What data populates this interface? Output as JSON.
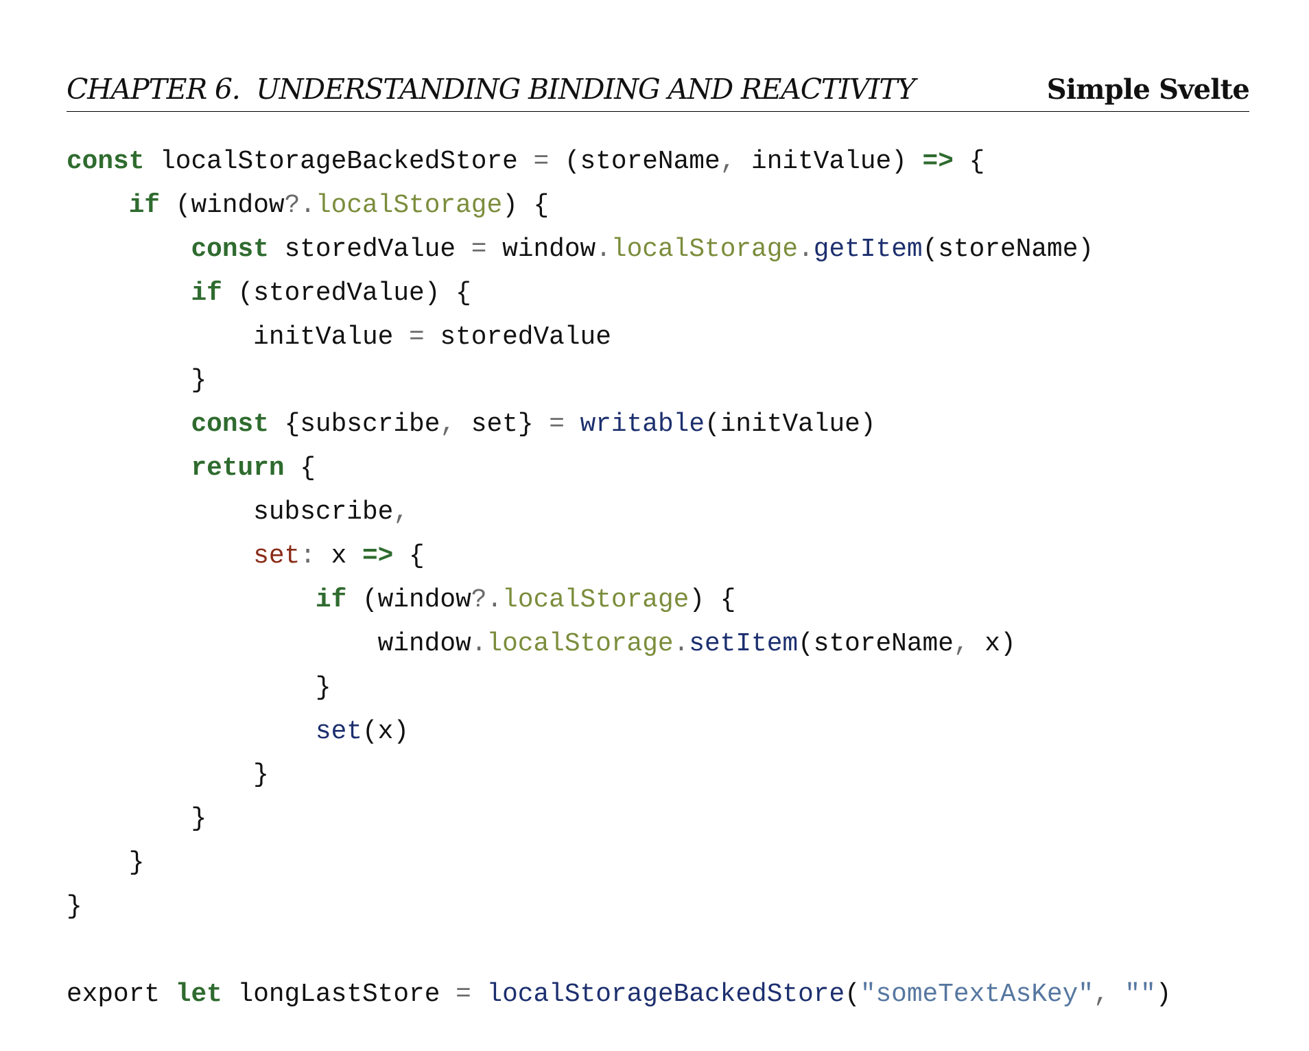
{
  "header": {
    "chapter": "CHAPTER 6.  UNDERSTANDING BINDING AND REACTIVITY",
    "book": "Simple Svelte"
  },
  "colors": {
    "keyword": "#2f6b2f",
    "property": "#7b8d3c",
    "function": "#1c2f6e",
    "object_key": "#8a2b18",
    "string": "#5677a0",
    "operator": "#6a6a6a"
  },
  "code_lines": [
    [
      [
        "kw",
        "const"
      ],
      [
        "id",
        " localStorageBackedStore "
      ],
      [
        "op",
        "="
      ],
      [
        "id",
        " (storeName"
      ],
      [
        "op",
        ","
      ],
      [
        "id",
        " initValue) "
      ],
      [
        "kw",
        "=>"
      ],
      [
        "id",
        " {"
      ]
    ],
    [
      [
        "id",
        "    "
      ],
      [
        "kw",
        "if"
      ],
      [
        "id",
        " (window"
      ],
      [
        "op",
        "?."
      ],
      [
        "prop",
        "localStorage"
      ],
      [
        "id",
        ") {"
      ]
    ],
    [
      [
        "id",
        "        "
      ],
      [
        "kw",
        "const"
      ],
      [
        "id",
        " storedValue "
      ],
      [
        "op",
        "="
      ],
      [
        "id",
        " window"
      ],
      [
        "op",
        "."
      ],
      [
        "prop",
        "localStorage"
      ],
      [
        "op",
        "."
      ],
      [
        "fn",
        "getItem"
      ],
      [
        "id",
        "(storeName)"
      ]
    ],
    [
      [
        "id",
        "        "
      ],
      [
        "kw",
        "if"
      ],
      [
        "id",
        " (storedValue) {"
      ]
    ],
    [
      [
        "id",
        "            initValue "
      ],
      [
        "op",
        "="
      ],
      [
        "id",
        " storedValue"
      ]
    ],
    [
      [
        "id",
        "        }"
      ]
    ],
    [
      [
        "id",
        "        "
      ],
      [
        "kw",
        "const"
      ],
      [
        "id",
        " {subscribe"
      ],
      [
        "op",
        ","
      ],
      [
        "id",
        " set} "
      ],
      [
        "op",
        "="
      ],
      [
        "id",
        " "
      ],
      [
        "fn",
        "writable"
      ],
      [
        "id",
        "(initValue)"
      ]
    ],
    [
      [
        "id",
        "        "
      ],
      [
        "kw",
        "return"
      ],
      [
        "id",
        " {"
      ]
    ],
    [
      [
        "id",
        "            subscribe"
      ],
      [
        "op",
        ","
      ]
    ],
    [
      [
        "id",
        "            "
      ],
      [
        "key",
        "set"
      ],
      [
        "op",
        ":"
      ],
      [
        "id",
        " x "
      ],
      [
        "kw",
        "=>"
      ],
      [
        "id",
        " {"
      ]
    ],
    [
      [
        "id",
        "                "
      ],
      [
        "kw",
        "if"
      ],
      [
        "id",
        " (window"
      ],
      [
        "op",
        "?."
      ],
      [
        "prop",
        "localStorage"
      ],
      [
        "id",
        ") {"
      ]
    ],
    [
      [
        "id",
        "                    window"
      ],
      [
        "op",
        "."
      ],
      [
        "prop",
        "localStorage"
      ],
      [
        "op",
        "."
      ],
      [
        "fn",
        "setItem"
      ],
      [
        "id",
        "(storeName"
      ],
      [
        "op",
        ","
      ],
      [
        "id",
        " x)"
      ]
    ],
    [
      [
        "id",
        "                }"
      ]
    ],
    [
      [
        "id",
        "                "
      ],
      [
        "fn",
        "set"
      ],
      [
        "id",
        "(x)"
      ]
    ],
    [
      [
        "id",
        "            }"
      ]
    ],
    [
      [
        "id",
        "        }"
      ]
    ],
    [
      [
        "id",
        "    }"
      ]
    ],
    [
      [
        "id",
        "}"
      ]
    ],
    [],
    [
      [
        "id",
        "export "
      ],
      [
        "kw",
        "let"
      ],
      [
        "id",
        " longLastStore "
      ],
      [
        "op",
        "="
      ],
      [
        "id",
        " "
      ],
      [
        "fn",
        "localStorageBackedStore"
      ],
      [
        "id",
        "("
      ],
      [
        "str",
        "\"someTextAsKey\""
      ],
      [
        "op",
        ","
      ],
      [
        "id",
        " "
      ],
      [
        "str",
        "\"\""
      ],
      [
        "id",
        ")"
      ]
    ]
  ]
}
